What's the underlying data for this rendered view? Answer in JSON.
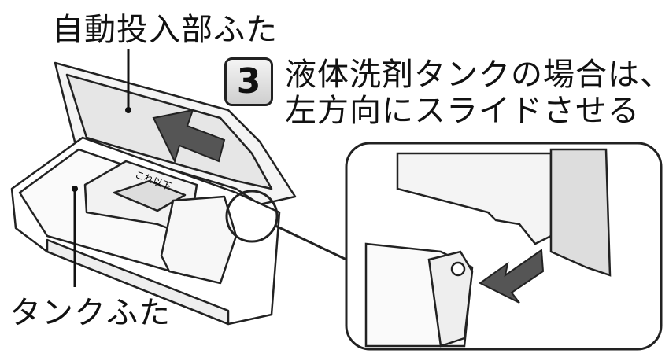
{
  "labels": {
    "auto_dispenser_lid": "自動投入部ふた",
    "tank_lid": "タンクふた",
    "step_number": "3",
    "instruction_line1": "液体洗剤タンクの場合は、",
    "instruction_line2": "左方向にスライドさせる",
    "fill_limit_mark": "これ以下"
  }
}
